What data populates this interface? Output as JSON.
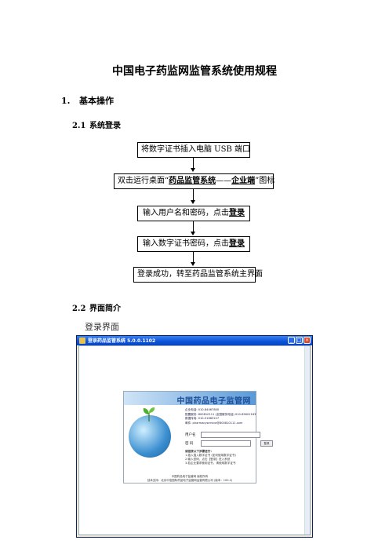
{
  "doc": {
    "title": "中国电子药监网监管系统使用规程",
    "section1": {
      "num": "1.",
      "title": "基本操作"
    },
    "section2_1": {
      "num": "2.1",
      "title": "系统登录"
    },
    "flow": [
      {
        "pre": "将数字证书插入电脑 USB 端口",
        "em": "",
        "mid": "",
        "em2": "",
        "post": ""
      },
      {
        "pre": "双击运行桌面“",
        "em": "药品监管系统",
        "mid": "——",
        "em2": "企业端",
        "post": "”图标"
      },
      {
        "pre": "输入用户名和密码，点击",
        "em": "登录",
        "mid": "",
        "em2": "",
        "post": ""
      },
      {
        "pre": "输入数字证书密码，点击",
        "em": "登录",
        "mid": "",
        "em2": "",
        "post": ""
      },
      {
        "pre": "登录成功，转至药品监管系统主界面",
        "em": "",
        "mid": "",
        "em2": "",
        "post": ""
      }
    ],
    "section2_2": {
      "num": "2.2",
      "title": "界面简介"
    },
    "body_text": "登录界面"
  },
  "screenshot": {
    "window_title": "登录药品监管系统 5.0.0.1102",
    "banner_title": "中国药品电子监管网",
    "info_lines": [
      "企业电话: 010-84467800",
      "配置服务: 800810111 (全国服务电话) 010-85601183",
      "数据传真: 010-51665227",
      "邮件: pharmacyservice@800810111.com"
    ],
    "username_label": "用户名",
    "password_label": "密 码",
    "login_button": "登录",
    "tips_title": "请您按以下步骤进行：",
    "tips": [
      "1.插入插入数字证书   (如何使用数字证书)",
      "2.输入密码，点击【登录】进入系统",
      "3.若企业要求使用证书，请使用数字证书"
    ],
    "footer": [
      "中国药品电子监管网  版权所有",
      "技术支持：北京中信国际药品电子监管网运营有限公司  (版本：100.2)"
    ]
  }
}
